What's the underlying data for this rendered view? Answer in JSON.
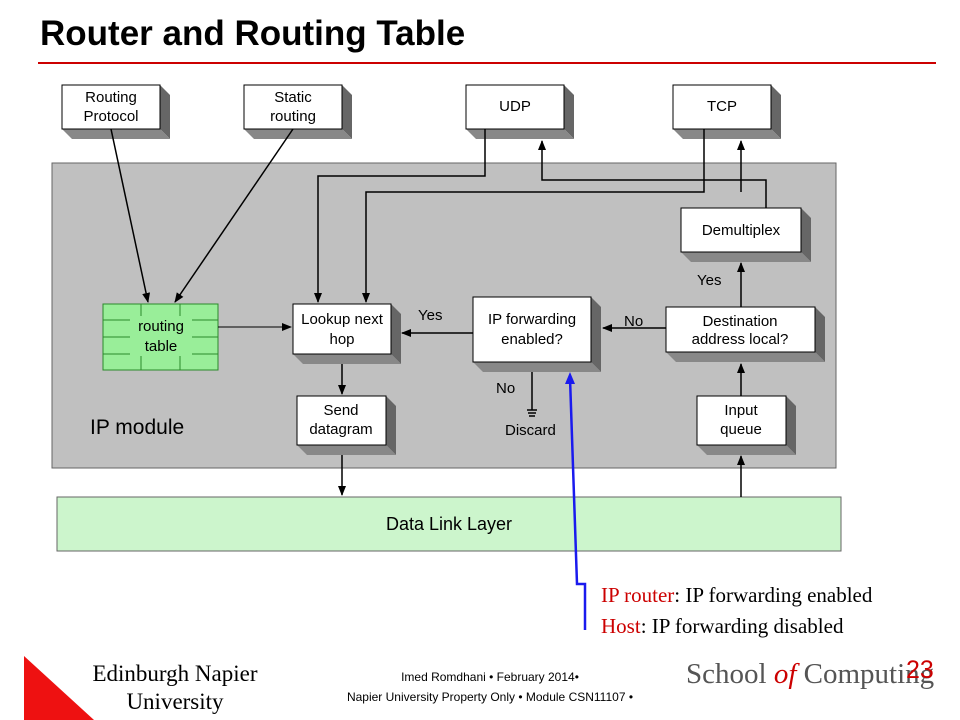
{
  "slide": {
    "title": "Router and Routing Table",
    "page_number": "23"
  },
  "diagram": {
    "routing_protocol": [
      "Routing",
      "Protocol"
    ],
    "static_routing": [
      "Static",
      "routing"
    ],
    "udp": "UDP",
    "tcp": "TCP",
    "demultiplex": "Demultiplex",
    "routing_table": [
      "routing",
      "table"
    ],
    "lookup_next_hop": [
      "Lookup next",
      "hop"
    ],
    "ip_forwarding_enabled": [
      "IP forwarding",
      "enabled?"
    ],
    "destination_local": [
      "Destination",
      "address local?"
    ],
    "send_datagram": [
      "Send",
      "datagram"
    ],
    "input_queue": [
      "Input",
      "queue"
    ],
    "ip_module": "IP module",
    "data_link_layer": "Data Link Layer",
    "yes_forward": "Yes",
    "no_forward": "No",
    "no_local": "No",
    "yes_local": "Yes",
    "discard": "Discard"
  },
  "note": {
    "router_label": "IP router",
    "router_text": ": IP forwarding enabled",
    "host_label": "Host",
    "host_text": ": IP forwarding disabled"
  },
  "footer": {
    "university": [
      "Edinburgh Napier",
      "University"
    ],
    "credit_line1": "Imed Romdhani • February 2014•",
    "credit_line2": "Napier University Property Only • Module CSN11107 •",
    "school_prefix": "School ",
    "school_of": "of",
    "school_suffix": " Computing"
  },
  "colors": {
    "accent_red": "#cc0000",
    "ip_module_gray": "#c0c0c0",
    "data_link_green": "#ccf5cc",
    "routing_table_green": "#99ee99",
    "annotation_blue": "#1a1aee"
  }
}
